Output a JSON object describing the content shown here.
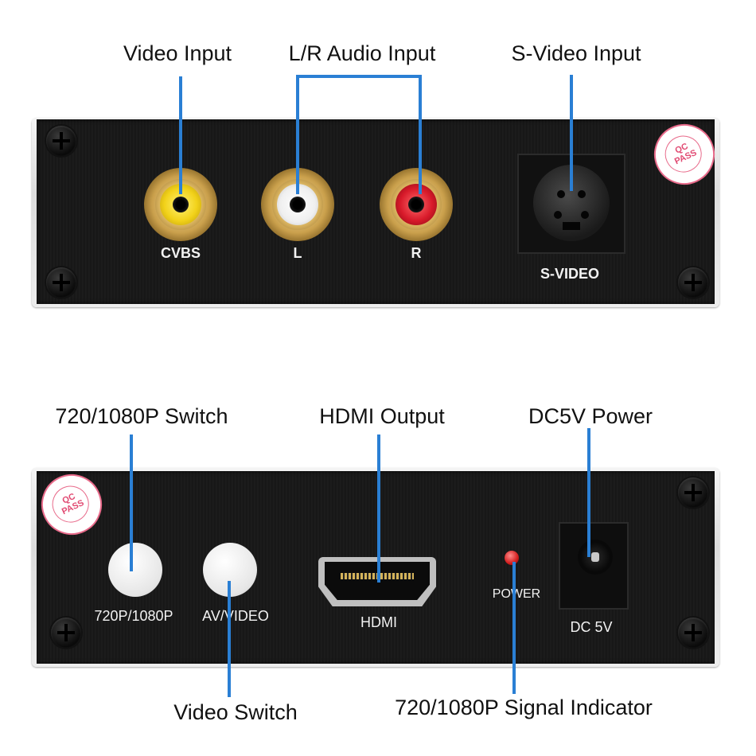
{
  "callouts": {
    "video_input": "Video Input",
    "lr_audio_input": "L/R Audio Input",
    "svideo_input": "S-Video Input",
    "switch_720_1080": "720/1080P Switch",
    "hdmi_output": "HDMI Output",
    "dc5v_power": "DC5V Power",
    "video_switch": "Video Switch",
    "signal_indicator": "720/1080P Signal Indicator"
  },
  "ports": {
    "cvbs": "CVBS",
    "left": "L",
    "right": "R",
    "svideo": "S-VIDEO",
    "res_switch": "720P/1080P",
    "av_video": "AV/VIDEO",
    "hdmi": "HDMI",
    "power": "POWER",
    "dc": "DC 5V"
  },
  "qc_sticker": {
    "line1": "QC",
    "line2": "PASS"
  },
  "colors": {
    "callout_line": "#2a7fd4",
    "rca_video": "#f2d21a",
    "rca_left": "#f4f4f4",
    "rca_right": "#d81a2a",
    "led": "#d21d1d",
    "qc_stamp": "#e14a72"
  }
}
